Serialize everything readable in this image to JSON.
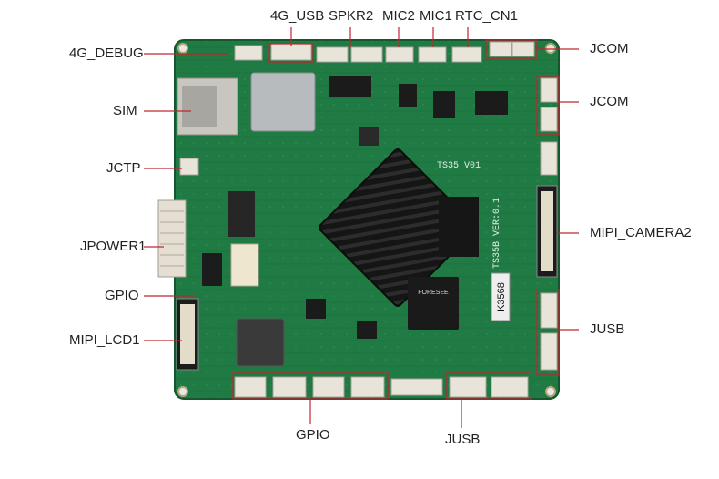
{
  "labels": {
    "usb4g": "4G_USB",
    "spkr2": "SPKR2",
    "mic2": "MIC2",
    "mic1": "MIC1",
    "rtc": "RTC_CN1",
    "debug4g": "4G_DEBUG",
    "jcom_top": "JCOM",
    "jcom_right": "JCOM",
    "sim": "SIM",
    "jctp": "JCTP",
    "jpower1": "JPOWER1",
    "mipi_cam2": "MIPI_CAMERA2",
    "gpio_left": "GPIO",
    "mipi_lcd1": "MIPI_LCD1",
    "jusb_right": "JUSB",
    "gpio_bottom": "GPIO",
    "jusb_bottom": "JUSB"
  },
  "board_text": {
    "model": "TS35_V01",
    "chip": "FORESEE",
    "side_label": "TS35B VER:0.1",
    "soc": "K3568"
  },
  "colors": {
    "pcb": "#1f7a43",
    "pcb_dark": "#155c31",
    "heatsink": "#1a1a1a",
    "connector": "#e9e4da",
    "leader": "#c0262d"
  }
}
